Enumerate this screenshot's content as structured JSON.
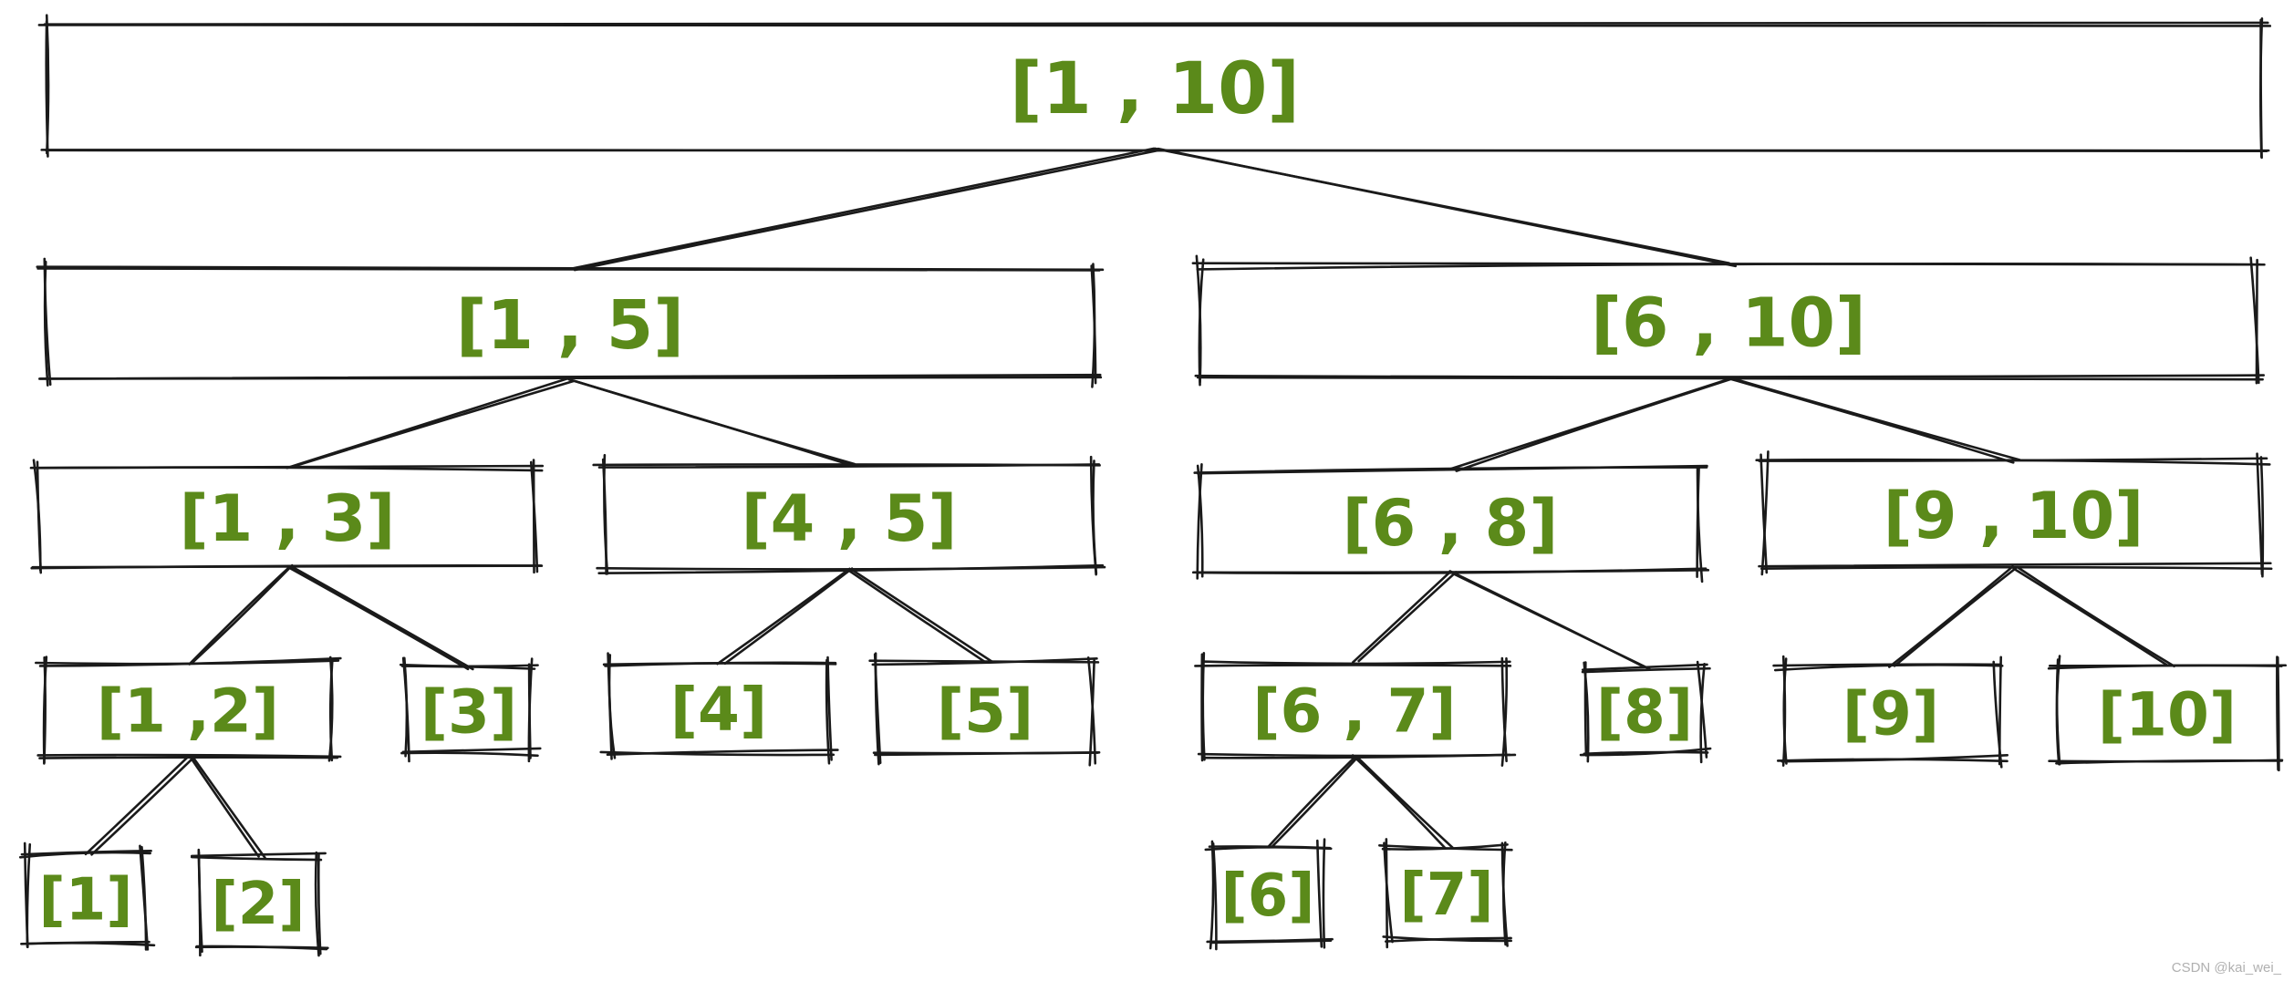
{
  "diagram": {
    "nodes": [
      {
        "id": "n1_10",
        "label": "[1 , 10]"
      },
      {
        "id": "n1_5",
        "label": "[1 , 5]"
      },
      {
        "id": "n6_10",
        "label": "[6 , 10]"
      },
      {
        "id": "n1_3",
        "label": "[1 , 3]"
      },
      {
        "id": "n4_5",
        "label": "[4 , 5]"
      },
      {
        "id": "n6_8",
        "label": "[6 , 8]"
      },
      {
        "id": "n9_10",
        "label": "[9 , 10]"
      },
      {
        "id": "n1_2",
        "label": "[1 ,2]"
      },
      {
        "id": "n3",
        "label": "[3]"
      },
      {
        "id": "n4",
        "label": "[4]"
      },
      {
        "id": "n5",
        "label": "[5]"
      },
      {
        "id": "n6_7",
        "label": "[6 , 7]"
      },
      {
        "id": "n8",
        "label": "[8]"
      },
      {
        "id": "n9",
        "label": "[9]"
      },
      {
        "id": "n10",
        "label": "[10]"
      },
      {
        "id": "n1",
        "label": "[1]"
      },
      {
        "id": "n2",
        "label": "[2]"
      },
      {
        "id": "n6",
        "label": "[6]"
      },
      {
        "id": "n7",
        "label": "[7]"
      }
    ],
    "edges": [
      {
        "from": "n1_10",
        "to": "n1_5"
      },
      {
        "from": "n1_10",
        "to": "n6_10"
      },
      {
        "from": "n1_5",
        "to": "n1_3"
      },
      {
        "from": "n1_5",
        "to": "n4_5"
      },
      {
        "from": "n6_10",
        "to": "n6_8"
      },
      {
        "from": "n6_10",
        "to": "n9_10"
      },
      {
        "from": "n1_3",
        "to": "n1_2"
      },
      {
        "from": "n1_3",
        "to": "n3"
      },
      {
        "from": "n4_5",
        "to": "n4"
      },
      {
        "from": "n4_5",
        "to": "n5"
      },
      {
        "from": "n6_8",
        "to": "n6_7"
      },
      {
        "from": "n6_8",
        "to": "n8"
      },
      {
        "from": "n9_10",
        "to": "n9"
      },
      {
        "from": "n9_10",
        "to": "n10"
      },
      {
        "from": "n1_2",
        "to": "n1"
      },
      {
        "from": "n1_2",
        "to": "n2"
      },
      {
        "from": "n6_7",
        "to": "n6"
      },
      {
        "from": "n6_7",
        "to": "n7"
      }
    ]
  },
  "colors": {
    "label": "#5b8a1a",
    "stroke": "#1a1a1a",
    "background": "#ffffff"
  },
  "watermark": "CSDN @kai_wei_"
}
